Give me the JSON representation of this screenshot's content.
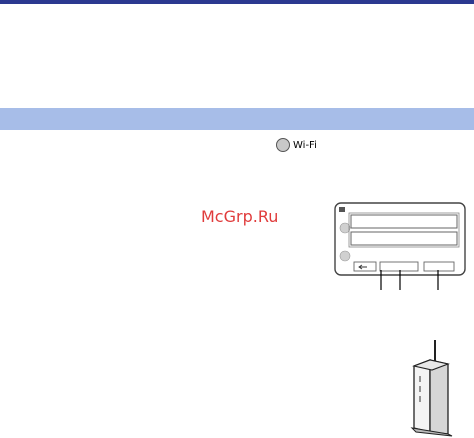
{
  "header": {
    "rule_color": "#2b3990"
  },
  "section": {
    "band_color": "#a7bde8"
  },
  "wifi_badge": {
    "label": "Wi-Fi",
    "icon": "button-circle-icon"
  },
  "watermark": {
    "text": "McGrp.Ru",
    "color": "#e03c3c"
  },
  "camera_screen_figure": {
    "icons": [
      "wifi-indicator-icon",
      "back-arrow-icon",
      "router-icon"
    ],
    "callout_count": 3
  }
}
